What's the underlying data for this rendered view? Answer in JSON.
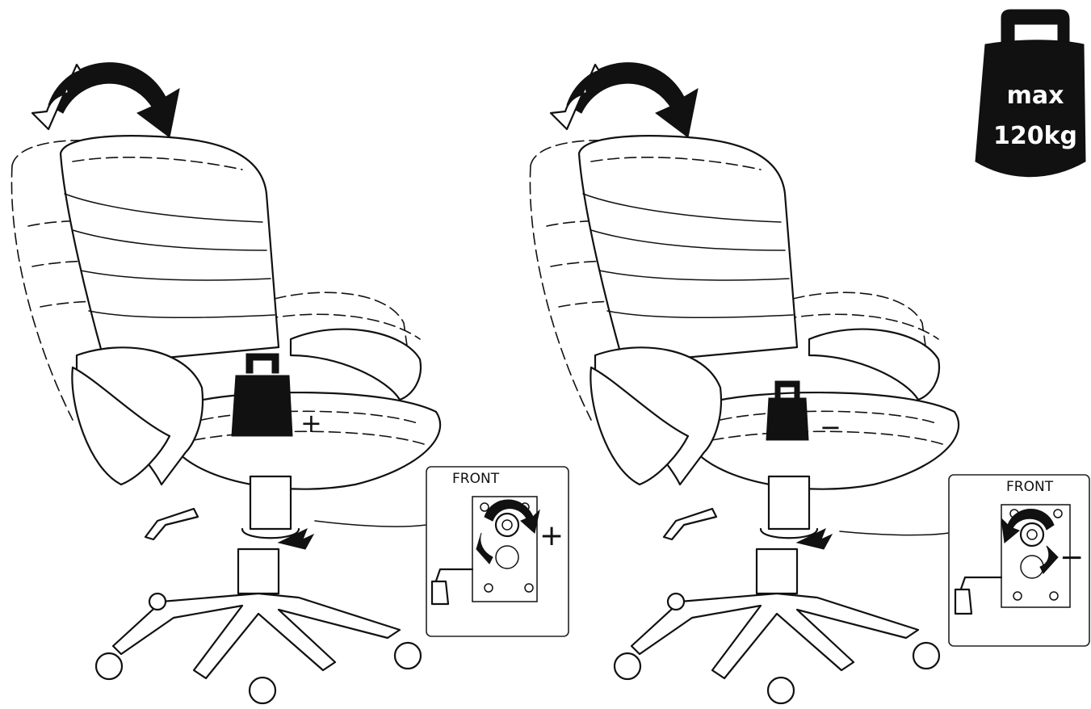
{
  "badge": {
    "line1": "max",
    "line2": "120kg",
    "color": "#111111"
  },
  "left_panel": {
    "front_label": "FRONT",
    "sign": "+",
    "seat_sign": "+"
  },
  "right_panel": {
    "front_label": "FRONT",
    "sign": "−",
    "seat_sign": "−"
  }
}
